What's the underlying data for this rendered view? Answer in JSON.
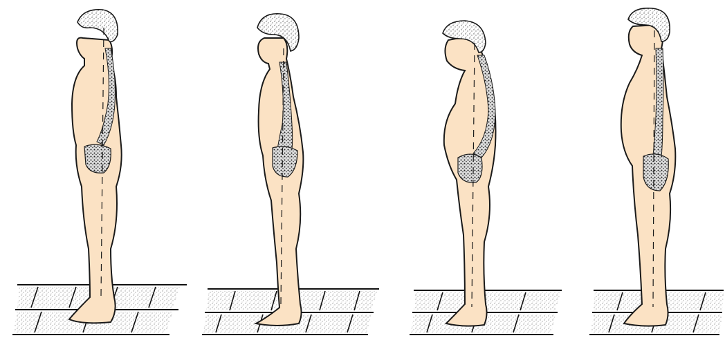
{
  "figures": [
    {
      "id": "posture-1",
      "kind": "sway-back"
    },
    {
      "id": "posture-2",
      "kind": "flat-back"
    },
    {
      "id": "posture-3",
      "kind": "kyphotic-lordotic"
    },
    {
      "id": "posture-4",
      "kind": "straight"
    }
  ],
  "colors": {
    "skin": "#fbe2c4",
    "ink": "#1a1a1a",
    "speckle": "#444444",
    "paper": "#ffffff"
  }
}
